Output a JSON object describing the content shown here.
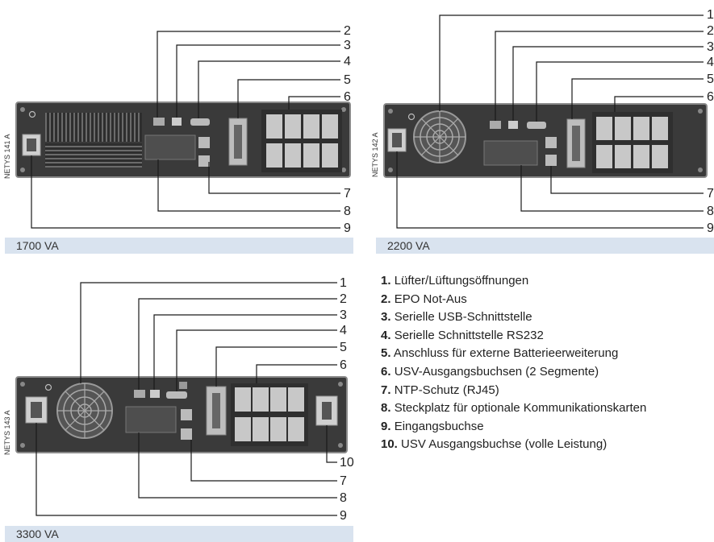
{
  "panels": [
    {
      "model": "NETYS 141 A",
      "rating": "1700 VA",
      "callouts": [
        "2",
        "3",
        "4",
        "5",
        "6",
        "7",
        "8",
        "9"
      ]
    },
    {
      "model": "NETYS 142 A",
      "rating": "2200 VA",
      "callouts": [
        "1",
        "2",
        "3",
        "4",
        "5",
        "6",
        "7",
        "8",
        "9"
      ]
    },
    {
      "model": "NETYS 143 A",
      "rating": "3300 VA",
      "callouts": [
        "1",
        "2",
        "3",
        "4",
        "5",
        "6",
        "10",
        "7",
        "8",
        "9"
      ]
    }
  ],
  "legend": [
    {
      "num": "1.",
      "text": "Lüfter/Lüftungsöffnungen"
    },
    {
      "num": "2.",
      "text": "EPO Not-Aus"
    },
    {
      "num": "3.",
      "text": "Serielle USB-Schnittstelle"
    },
    {
      "num": "4.",
      "text": "Serielle Schnittstelle RS232"
    },
    {
      "num": "5.",
      "text": "Anschluss für externe Batterieerweiterung"
    },
    {
      "num": "6.",
      "text": "USV-Ausgangsbuchsen (2 Segmente)"
    },
    {
      "num": "7.",
      "text": "NTP-Schutz (RJ45)"
    },
    {
      "num": "8.",
      "text": "Steckplatz für optionale Kommunikationskarten"
    },
    {
      "num": "9.",
      "text": "Eingangsbuchse"
    },
    {
      "num": "10.",
      "text": "USV Ausgangsbuchse (volle Leistung)"
    }
  ],
  "colors": {
    "panel": "#3a3a3a",
    "panel_edge": "#8a8a8a",
    "rating_bar": "#d9e3ef",
    "line": "#1a1a1a"
  }
}
